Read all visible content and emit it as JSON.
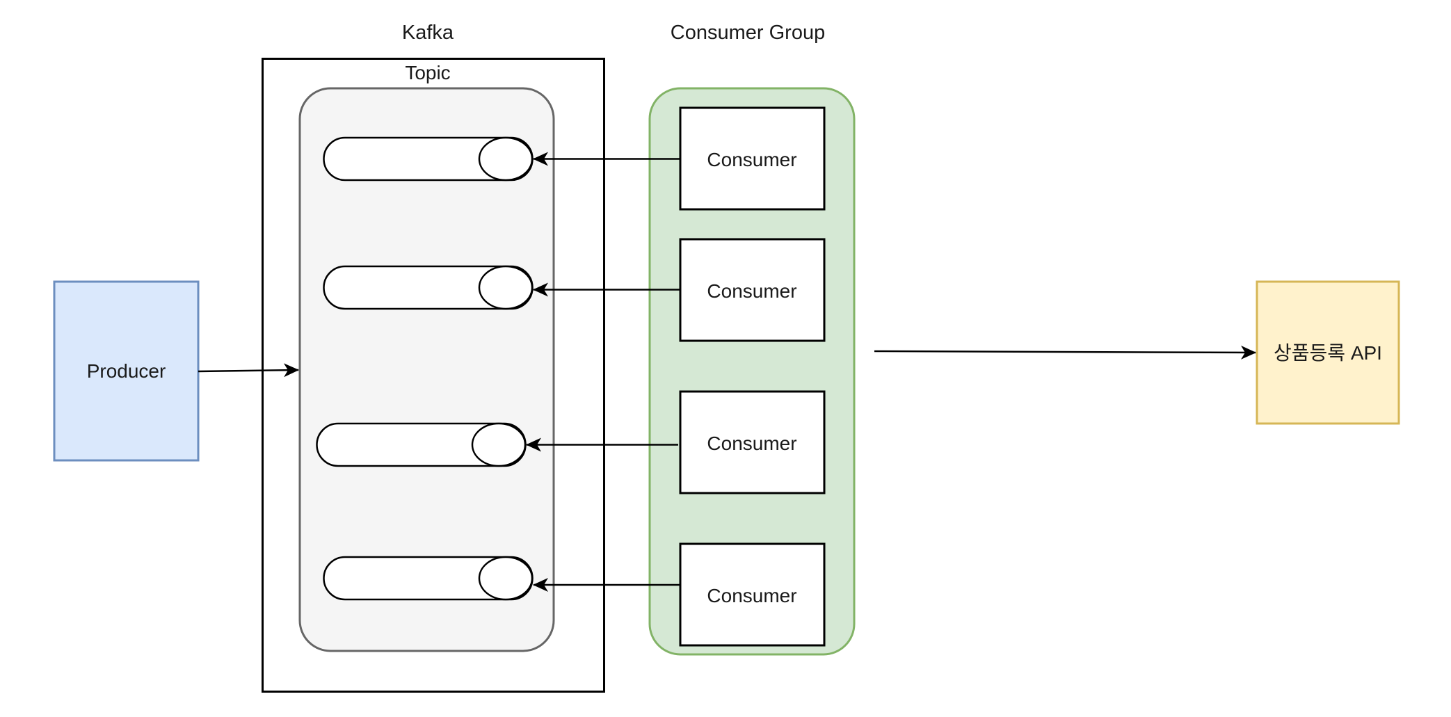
{
  "kafka": {
    "label": "Kafka"
  },
  "topic": {
    "label": "Topic"
  },
  "consumer_group": {
    "label": "Consumer Group"
  },
  "producer": {
    "label": "Producer"
  },
  "consumers": [
    {
      "label": "Consumer"
    },
    {
      "label": "Consumer"
    },
    {
      "label": "Consumer"
    },
    {
      "label": "Consumer"
    }
  ],
  "api": {
    "label": "상품등록 API"
  },
  "colors": {
    "producer_fill": "#dae8fc",
    "producer_stroke": "#6c8ebf",
    "topic_fill": "#f5f5f5",
    "topic_stroke": "#666666",
    "group_fill": "#d5e8d4",
    "group_stroke": "#82b366",
    "api_fill": "#fff2cc",
    "api_stroke": "#d6b656"
  }
}
